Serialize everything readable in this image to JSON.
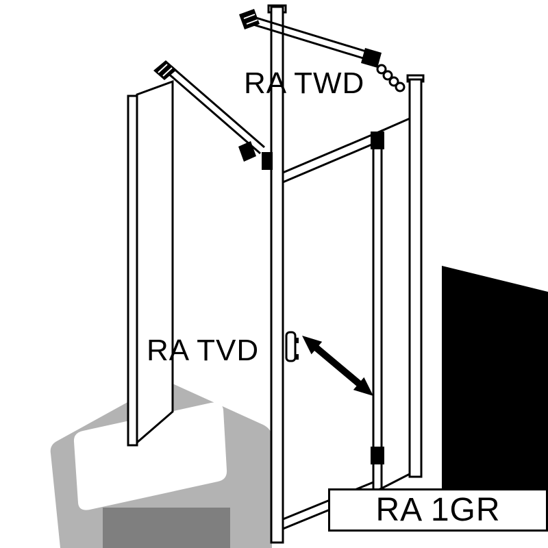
{
  "labels": {
    "top": "RA TWD",
    "side": "RA TVD",
    "model_box": "RA 1GR"
  },
  "colors": {
    "line": "#000000",
    "background": "#ffffff",
    "wall_fill": "#000000",
    "tray_surface": "#b3b3b3",
    "tray_apron": "#7f7f7f"
  }
}
